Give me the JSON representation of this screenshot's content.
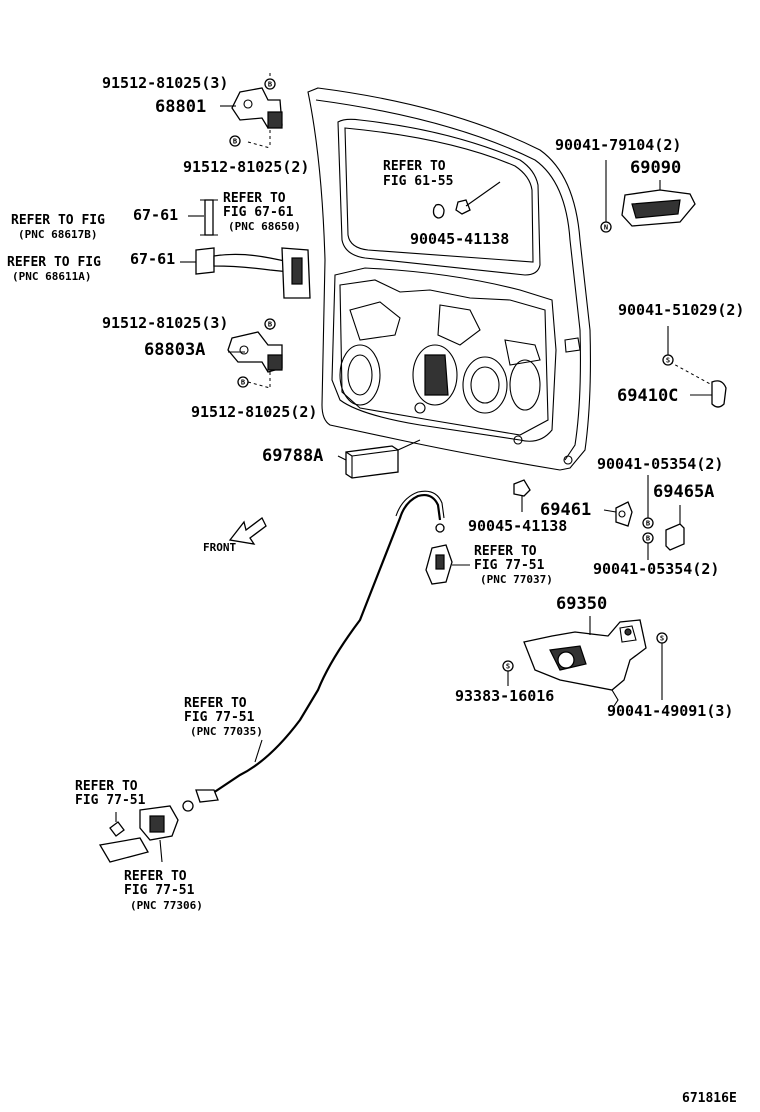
{
  "labels": {
    "p91512_a": "91512-81025(3)",
    "p68801": "68801",
    "p91512_b": "91512-81025(2)",
    "ref_fig_67_61_left_1": "REFER TO FIG",
    "ref_pnc_68617b": "(PNC 68617B)",
    "p67_61_top": "67-61",
    "ref_to_67_61": "REFER TO",
    "ref_fig_67_61": "FIG 67-61",
    "ref_pnc_68650": "(PNC 68650)",
    "ref_fig_67_61_left_2": "REFER TO FIG",
    "ref_pnc_68611a": "(PNC 68611A)",
    "p67_61_bottom": "67-61",
    "p91512_c": "91512-81025(3)",
    "p68803a": "68803A",
    "p91512_d": "91512-81025(2)",
    "p69788a": "69788A",
    "front": "FRONT",
    "ref_to_61_55": "REFER TO",
    "ref_fig_61_55": "FIG 61-55",
    "p90045_top": "90045-41138",
    "p90041_79104": "90041-79104(2)",
    "p69090": "69090",
    "p90041_51029": "90041-51029(2)",
    "p69410c": "69410C",
    "p90041_05354_top": "90041-05354(2)",
    "p69461": "69461",
    "p69465a": "69465A",
    "p90045_bottom": "90045-41138",
    "p90041_05354_bottom": "90041-05354(2)",
    "ref_to_77_51_a": "REFER TO",
    "ref_fig_77_51_a": "FIG 77-51",
    "ref_pnc_77037": "(PNC 77037)",
    "p69350": "69350",
    "p93383": "93383-16016",
    "p90041_49091": "90041-49091(3)",
    "ref_to_77_51_b": "REFER TO",
    "ref_fig_77_51_b": "FIG 77-51",
    "ref_pnc_77035": "(PNC 77035)",
    "ref_to_77_51_c": "REFER TO",
    "ref_fig_77_51_c": "FIG 77-51",
    "ref_to_77_51_d": "REFER TO",
    "ref_fig_77_51_d": "FIG 77-51",
    "ref_pnc_77306": "(PNC 77306)",
    "figure_id": "671816E"
  },
  "symbols": {
    "b": "B",
    "n": "N",
    "s": "S"
  }
}
